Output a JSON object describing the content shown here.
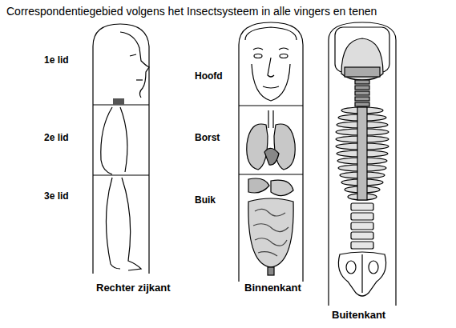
{
  "diagram": {
    "title": "Correspondentiegebied volgens het Insectsysteem in alle vingers en tenen",
    "labels": [
      "1e lid",
      "2e lid",
      "3e lid",
      "Hoofd",
      "Borst",
      "Buik",
      "Rechter zijkant",
      "Binnenkant",
      "Buitenkant"
    ]
  }
}
